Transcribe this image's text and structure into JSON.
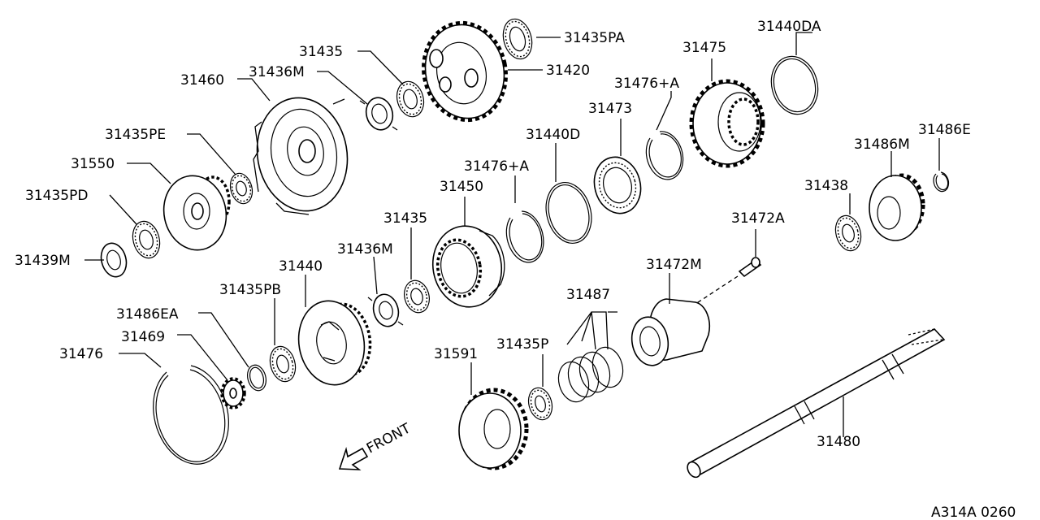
{
  "diagram_labels": {
    "p31435PA": "31435PA",
    "p31420": "31420",
    "p31435a": "31435",
    "p31436Ma": "31436M",
    "p31460": "31460",
    "p31435PE": "31435PE",
    "p31550": "31550",
    "p31435PD": "31435PD",
    "p31439M": "31439M",
    "p31475": "31475",
    "p31440DA": "31440DA",
    "p31476Aa": "31476+A",
    "p31473": "31473",
    "p31440D": "31440D",
    "p31476Ab": "31476+A",
    "p31450": "31450",
    "p31435b": "31435",
    "p31436Mb": "31436M",
    "p31440": "31440",
    "p31435PB": "31435PB",
    "p31486EA": "31486EA",
    "p31469": "31469",
    "p31476": "31476",
    "p31486E": "31486E",
    "p31486M": "31486M",
    "p31438": "31438",
    "p31472A": "31472A",
    "p31472M": "31472M",
    "p31487": "31487",
    "p31435P": "31435P",
    "p31591": "31591",
    "p31480": "31480"
  },
  "front_label": "FRONT",
  "figure_code": "A314A 0260"
}
